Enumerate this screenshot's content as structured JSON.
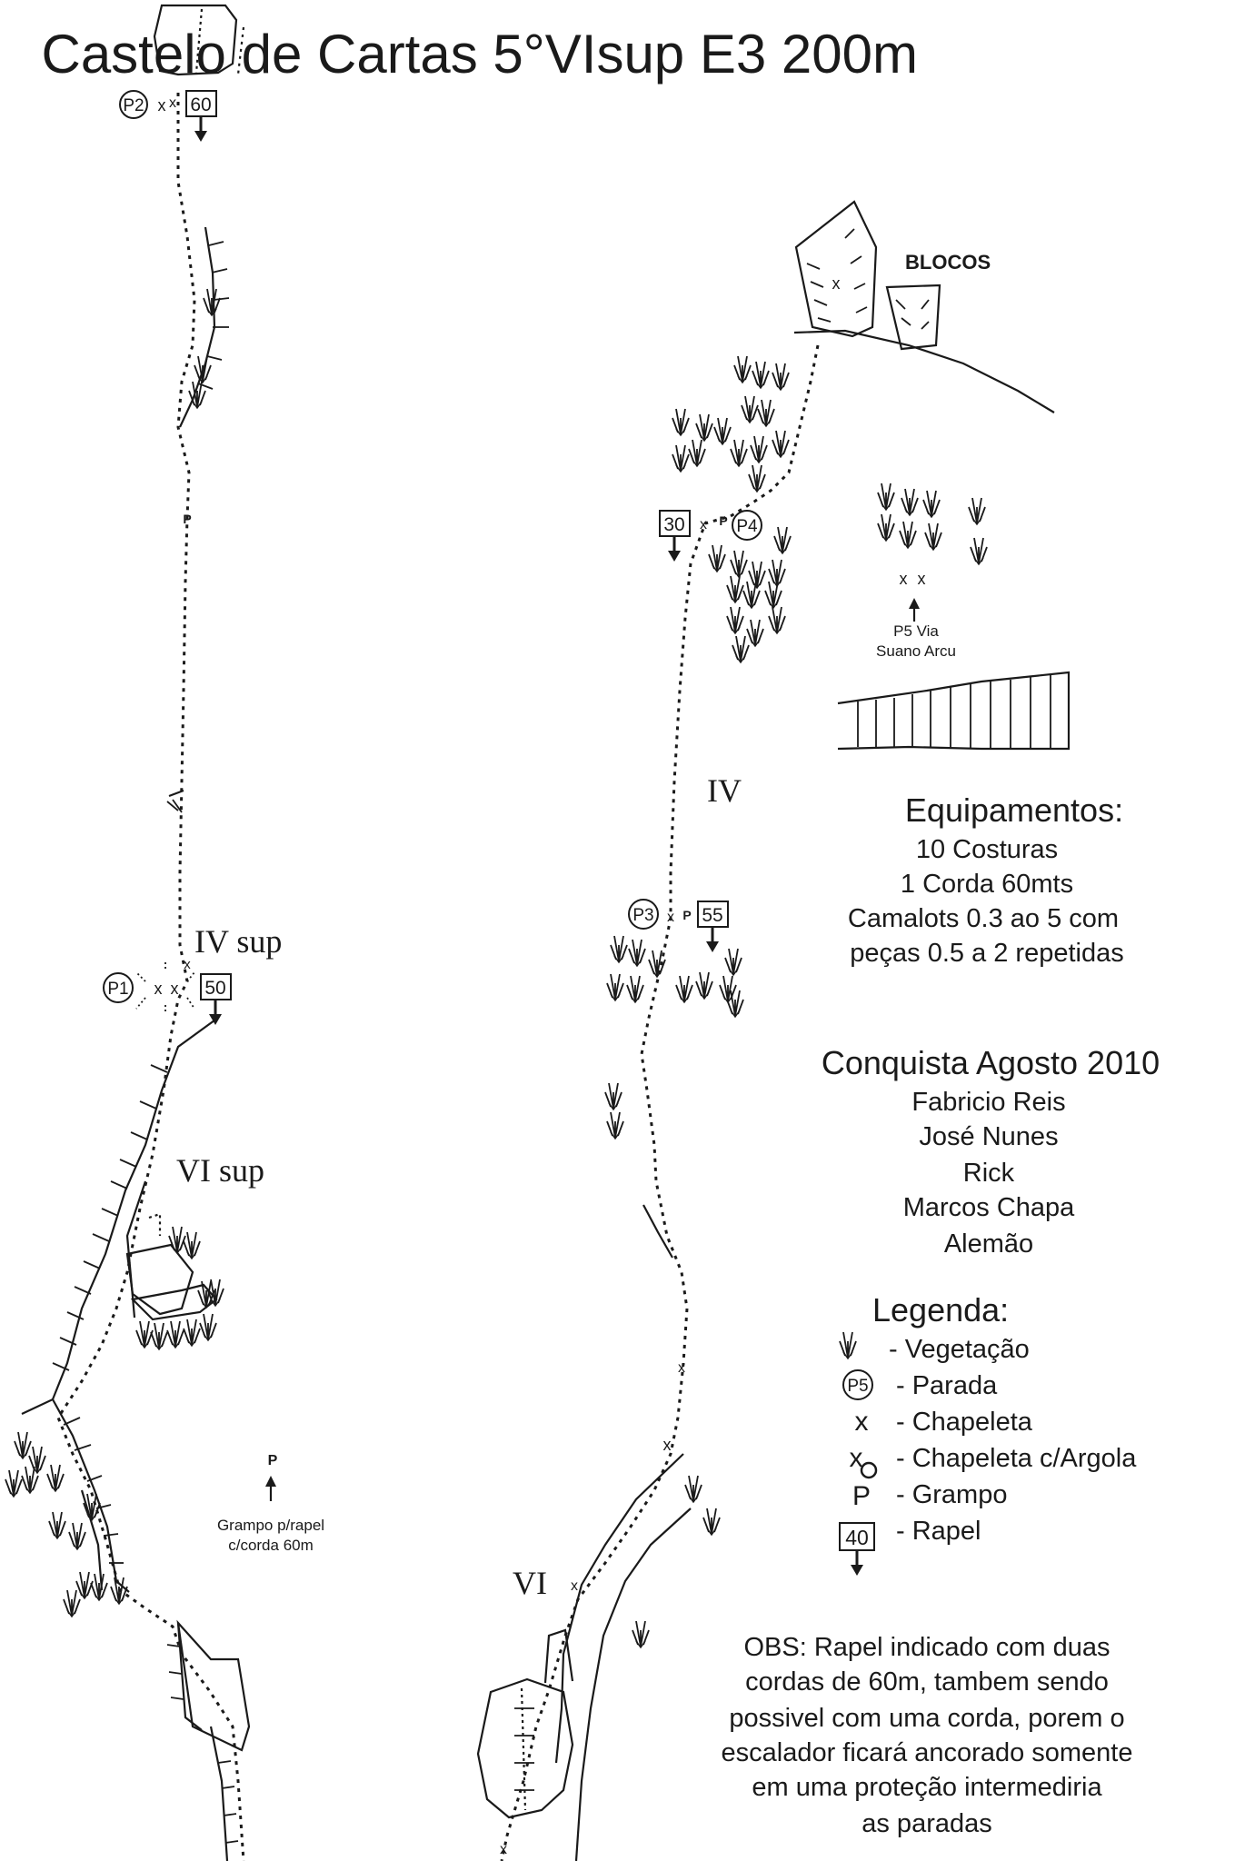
{
  "title": "Castelo de Cartas 5°VIsup E3 200m",
  "labels": {
    "blocos": "BLOCOS",
    "p5_via_line1": "P5 Via",
    "p5_via_line2": "Suano Arcu",
    "grampo_note_line1": "Grampo p/rapel",
    "grampo_note_line2": "c/corda 60m"
  },
  "grades": {
    "iv_sup": "IV sup",
    "vi_sup": "VI sup",
    "iv": "IV",
    "vi": "VI"
  },
  "stations": [
    {
      "name": "P1",
      "rapel": "50"
    },
    {
      "name": "P2",
      "rapel": "60"
    },
    {
      "name": "P3",
      "rapel": "55"
    },
    {
      "name": "P4",
      "rapel": "30"
    }
  ],
  "equipment": {
    "heading": "Equipamentos:",
    "lines": [
      "10 Costuras",
      "1 Corda 60mts",
      "Camalots 0.3 ao 5 com",
      "peças 0.5 a 2 repetidas"
    ]
  },
  "first_ascent": {
    "heading": "Conquista Agosto 2010",
    "climbers": [
      "Fabricio Reis",
      "José Nunes",
      "Rick",
      "Marcos Chapa",
      "Alemão"
    ]
  },
  "legend": {
    "heading": "Legenda",
    "items": [
      {
        "symbol": "vegetation-icon",
        "label": "- Vegetação"
      },
      {
        "symbol": "station-icon",
        "symbol_text": "P5",
        "label": "- Parada"
      },
      {
        "symbol": "bolt-icon",
        "label": "- Chapeleta"
      },
      {
        "symbol": "bolt-ring-icon",
        "label": "- Chapeleta c/Argola"
      },
      {
        "symbol": "grampo-icon",
        "symbol_text": "P",
        "label": "- Grampo"
      },
      {
        "symbol": "rapel-icon",
        "symbol_text": "40",
        "label": "- Rapel"
      }
    ]
  },
  "obs_lines": [
    "OBS: Rapel indicado com duas",
    "cordas de 60m, tambem sendo",
    "possivel com uma  corda, porem o",
    "escalador ficará ancorado  somente",
    "em uma proteção intermediria",
    "as paradas"
  ],
  "symbols": {
    "bolt": "x",
    "grampo": "P"
  }
}
